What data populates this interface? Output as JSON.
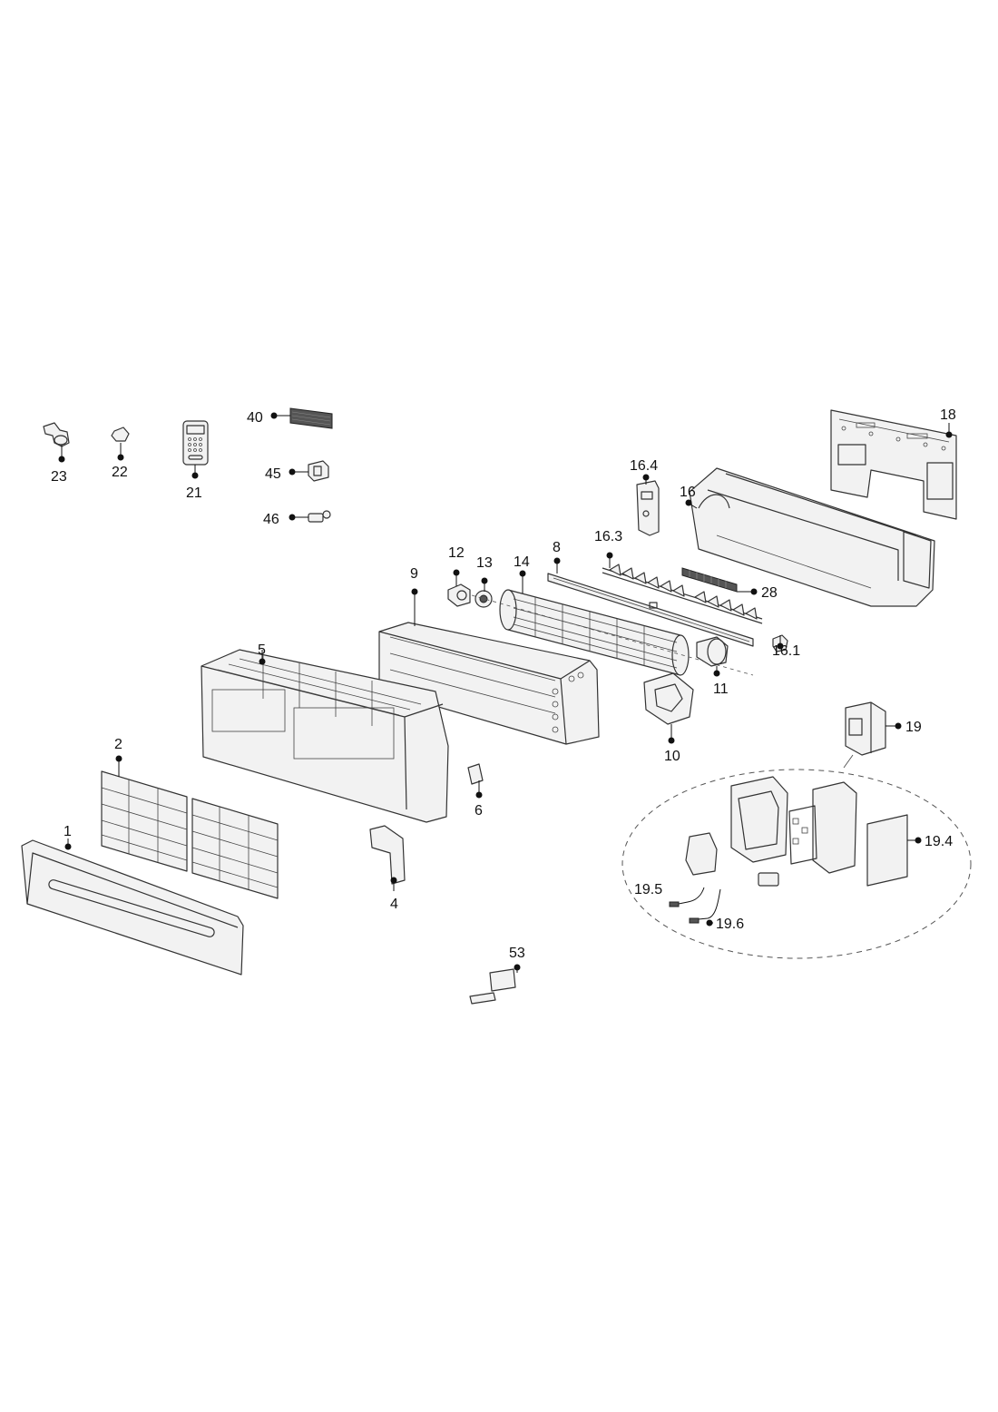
{
  "labels": {
    "l1": "1",
    "l2": "2",
    "l4": "4",
    "l5": "5",
    "l6": "6",
    "l8": "8",
    "l9": "9",
    "l10": "10",
    "l11": "11",
    "l12": "12",
    "l13": "13",
    "l14": "14",
    "l16": "16",
    "l16_1": "16.1",
    "l16_3": "16.3",
    "l16_4": "16.4",
    "l18": "18",
    "l19": "19",
    "l19_4": "19.4",
    "l19_5": "19.5",
    "l19_6": "19.6",
    "l21": "21",
    "l22": "22",
    "l23": "23",
    "l28": "28",
    "l40": "40",
    "l45": "45",
    "l46": "46",
    "l53": "53"
  }
}
